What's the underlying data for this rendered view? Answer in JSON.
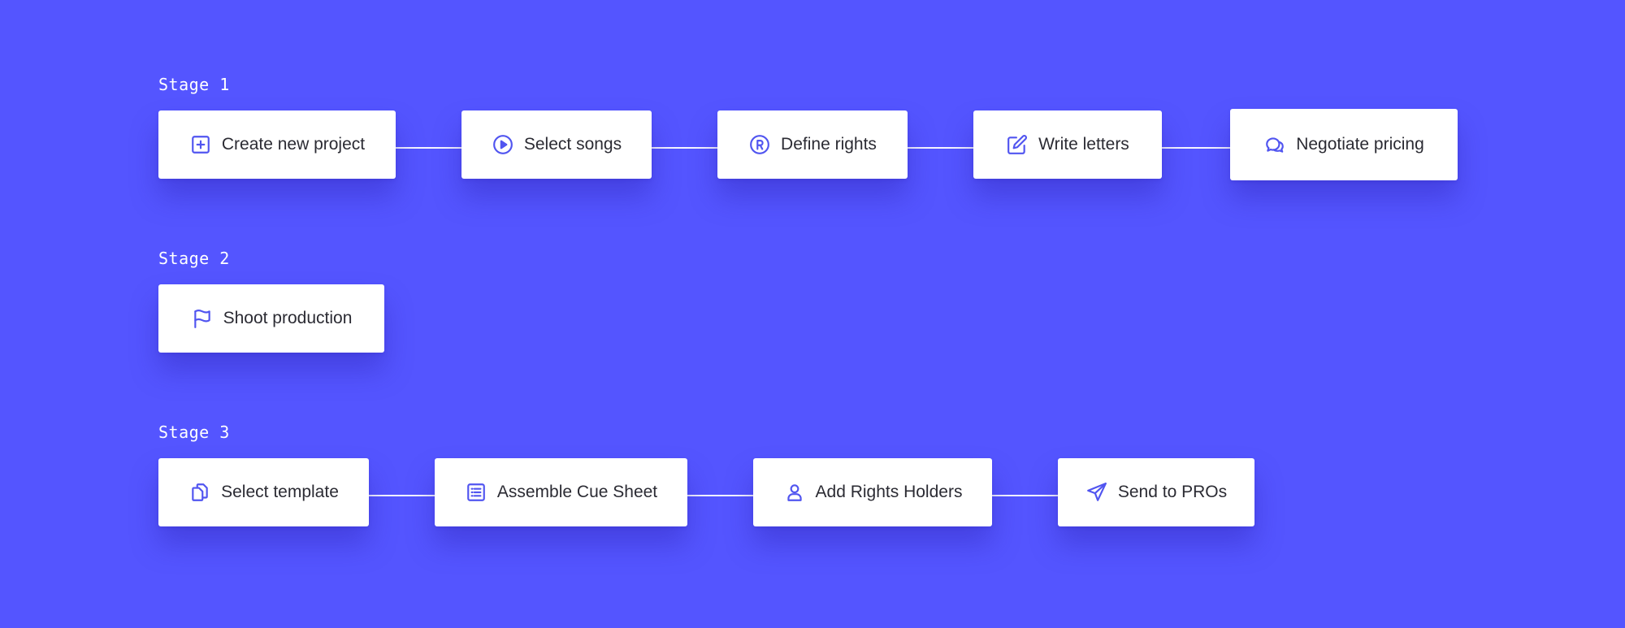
{
  "colors": {
    "background": "#5455FF",
    "card": "#FFFFFF",
    "icon": "#5155F0",
    "text": "#2B2B33",
    "connector": "#FFFFFF"
  },
  "stages": [
    {
      "label": "Stage 1",
      "steps": [
        {
          "label": "Create new project",
          "icon": "plus-square-icon"
        },
        {
          "label": "Select songs",
          "icon": "play-circle-icon"
        },
        {
          "label": "Define rights",
          "icon": "registered-icon"
        },
        {
          "label": "Write letters",
          "icon": "edit-icon"
        },
        {
          "label": "Negotiate pricing",
          "icon": "chat-bubbles-icon"
        }
      ]
    },
    {
      "label": "Stage 2",
      "steps": [
        {
          "label": "Shoot production",
          "icon": "flag-icon"
        }
      ]
    },
    {
      "label": "Stage 3",
      "steps": [
        {
          "label": "Select template",
          "icon": "copy-icon"
        },
        {
          "label": "Assemble Cue Sheet",
          "icon": "list-icon"
        },
        {
          "label": "Add Rights Holders",
          "icon": "user-icon"
        },
        {
          "label": "Send to PROs",
          "icon": "paper-plane-icon"
        }
      ]
    }
  ]
}
